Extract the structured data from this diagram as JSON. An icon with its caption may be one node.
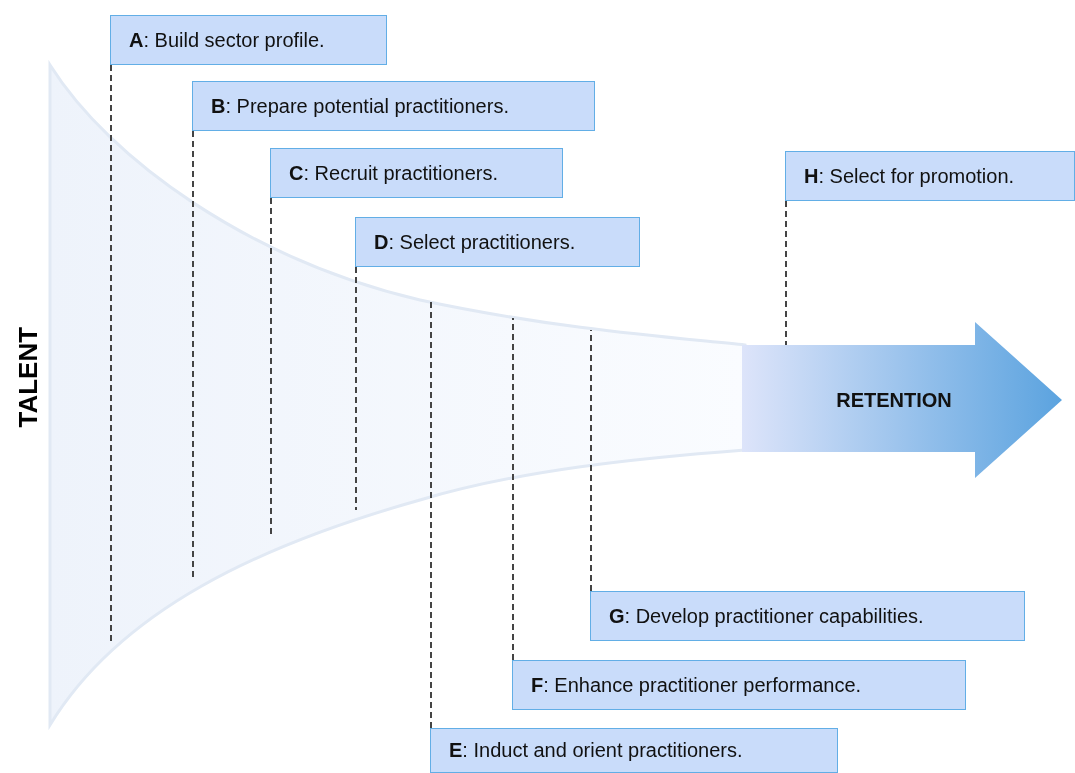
{
  "diagram": {
    "nodes": [
      {
        "text": [
          "**A**: Build sector profile."
        ]
      },
      {
        "text": [
          "**B**: Prepare potential practitioners."
        ]
      },
      {
        "text": [
          "**C**: Recruit practitioners."
        ]
      },
      {
        "text": [
          "**D**: Select practitioners."
        ]
      },
      {
        "text": [
          "**H**: Select for promotion."
        ]
      },
      {
        "text": [
          "RETENTION"
        ]
      },
      {
        "text": [
          "**G**: Develop practitioner capabilities."
        ]
      },
      {
        "text": [
          "**F**: Enhance practitioner performance."
        ]
      },
      {
        "text": [
          "**E**: Induct and orient practitioners."
        ]
      }
    ],
    "edges": [
      {
        "from": 0,
        "to": null,
        "arrow": "none",
        "style": "dashed"
      },
      {
        "from": 1,
        "to": null,
        "arrow": "none",
        "style": "dashed"
      },
      {
        "from": 2,
        "to": null,
        "arrow": "none",
        "style": "dashed"
      },
      {
        "from": 3,
        "to": null,
        "arrow": "none",
        "style": "dashed"
      },
      {
        "from": 4,
        "to": 5,
        "arrow": "none",
        "style": "dashed"
      },
      {
        "from": 6,
        "to": null,
        "arrow": "none",
        "style": "dashed"
      },
      {
        "from": 7,
        "to": null,
        "arrow": "none",
        "style": "dashed"
      },
      {
        "from": 8,
        "to": null,
        "arrow": "none",
        "style": "dashed"
      }
    ],
    "labels": [
      "TALENT"
    ]
  }
}
